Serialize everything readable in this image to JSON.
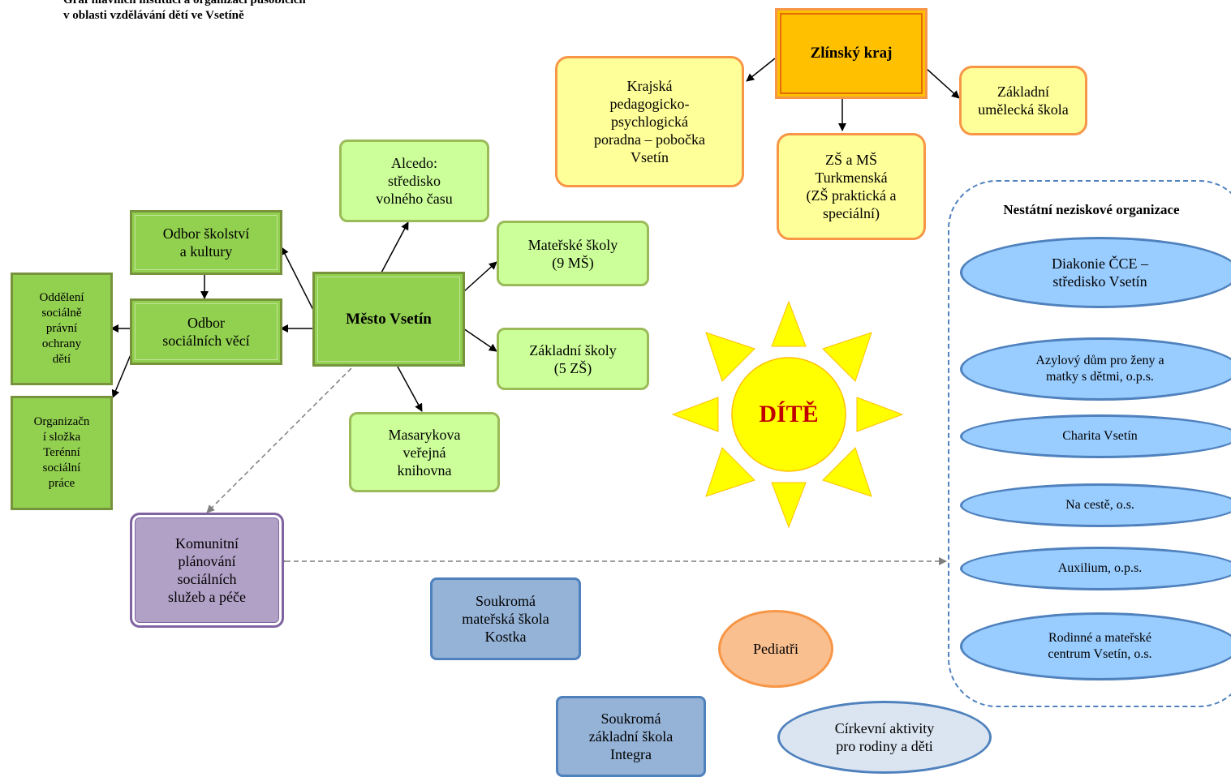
{
  "title": {
    "line1": "Graf hlavních institucí a organizací působících",
    "line2": "v oblasti vzdělávání dětí ve Vsetíně"
  },
  "nodes": {
    "zlinsky_kraj": "Zlínský kraj",
    "krajska_poradna": "Krajská\npedagogicko-\npsychlogická\nporadna – pobočka\nVsetín",
    "zus": "Základní\numělecká škola",
    "zs_ms_turkmenska": "ZŠ a MŠ\nTurkmenská\n(ZŠ praktická a\nspeciální)",
    "alcedo": "Alcedo:\nstředisko\nvolného času",
    "odbor_skolstvi": "Odbor školství\na kultury",
    "materske_skoly": "Mateřské školy\n(9 MŠ)",
    "mesto_vsetin": "Město Vsetín",
    "odbor_socialnich_veci": "Odbor\nsociálních věcí",
    "oddeleni_ospod": "Oddělení\nsociálně\nprávní\nochrany\ndětí",
    "zakladni_skoly": "Základní školy\n(5 ZŠ)",
    "knihovna": "Masarykova\nveřejná\nknihovna",
    "terenni_prace": "Organizačn\ní složka\nTerénní\nsociální\npráce",
    "komunitni_planovani": "Komunitní\nplánování\nsociálních\nslužeb a péče",
    "soukroma_ms": "Soukromá\nmateřská škola\nKostka",
    "pediatri": "Pediatři",
    "soukroma_zs": "Soukromá\nzákladní škola\nIntegra",
    "cirkevni": "Církevní aktivity\npro rodiny a děti",
    "dite": "DÍTĚ"
  },
  "ngo": {
    "title": "Nestátní neziskové organizace",
    "items": [
      "Diakonie ČCE –\nstředisko Vsetín",
      "Azylový dům pro ženy a\nmatky s dětmi, o.p.s.",
      "Charita Vsetín",
      "Na cestě, o.s.",
      "Auxilium, o.p.s.",
      "Rodinné a mateřské\ncentrum Vsetín, o.s."
    ]
  },
  "colors": {
    "sun_fill": "#ffff00",
    "sun_stroke": "#ffc000",
    "dite_text": "#c00000",
    "dashed_arrow": "#7f7f7f"
  }
}
